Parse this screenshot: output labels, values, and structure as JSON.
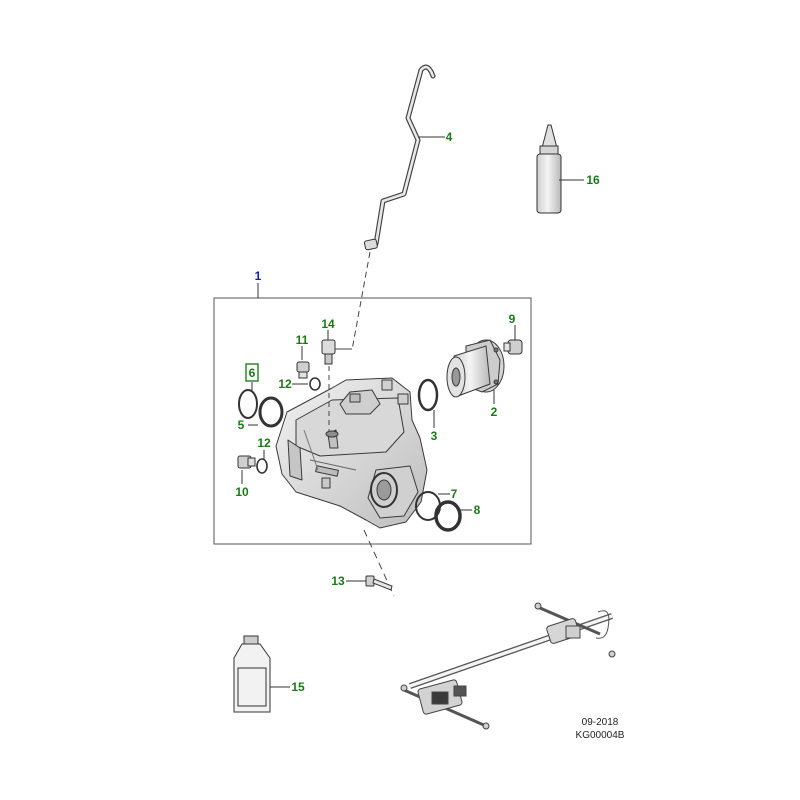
{
  "diagram": {
    "colors": {
      "callout_text": "#1a7a1a",
      "assembly_callout": "#1a1aa0",
      "line": "#333333",
      "part_fill": "#e6e6e6",
      "part_stroke": "#3a3a3a",
      "highlight_box": "#2d8a2d"
    },
    "callouts": [
      {
        "id": "1",
        "part": "assembly"
      },
      {
        "id": "2",
        "part": "output-flange"
      },
      {
        "id": "3",
        "part": "oring-flange"
      },
      {
        "id": "4",
        "part": "vent-pipe"
      },
      {
        "id": "5",
        "part": "seal-left"
      },
      {
        "id": "6",
        "part": "oring-left"
      },
      {
        "id": "7",
        "part": "oring-right"
      },
      {
        "id": "8",
        "part": "seal-right"
      },
      {
        "id": "9",
        "part": "plug-flange"
      },
      {
        "id": "10",
        "part": "drain-plug"
      },
      {
        "id": "11",
        "part": "fill-plug"
      },
      {
        "id": "12",
        "part": "washer"
      },
      {
        "id": "12",
        "part": "washer-lower"
      },
      {
        "id": "13",
        "part": "bolt"
      },
      {
        "id": "14",
        "part": "vent-connector"
      },
      {
        "id": "15",
        "part": "oil-bottle"
      },
      {
        "id": "16",
        "part": "sealant-tube"
      }
    ],
    "footer": {
      "date": "09-2018",
      "code": "KG00004B"
    }
  }
}
